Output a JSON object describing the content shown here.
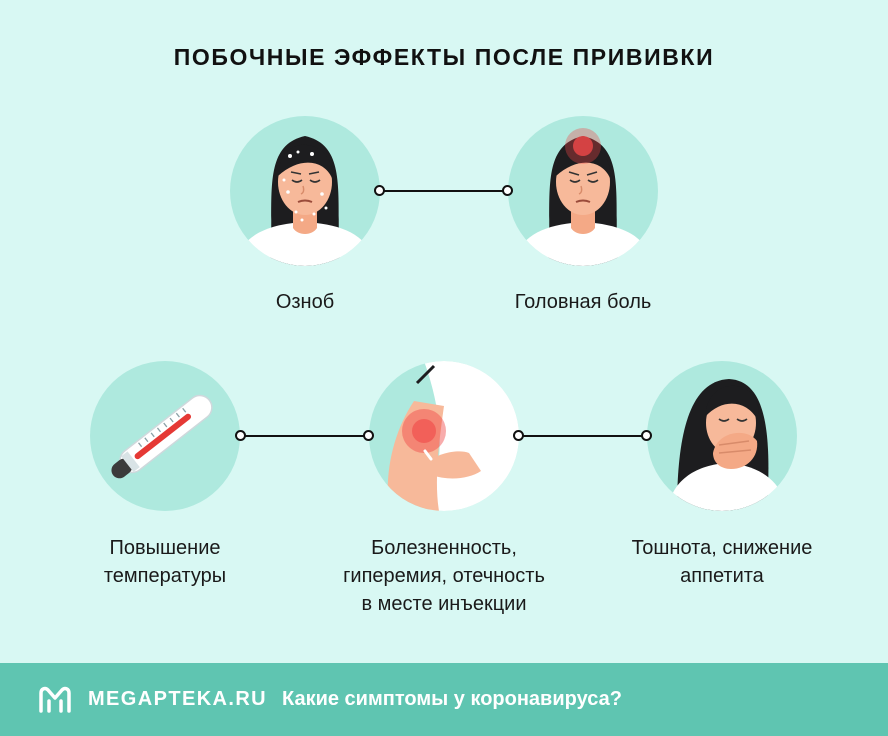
{
  "title": "ПОБОЧНЫЕ ЭФФЕКТЫ ПОСЛЕ ПРИВИВКИ",
  "effects": [
    {
      "label": "Озноб",
      "icon": "shivering-woman-icon"
    },
    {
      "label": "Головная боль",
      "icon": "headache-woman-icon"
    },
    {
      "label": "Повышение\nтемпературы",
      "icon": "thermometer-icon"
    },
    {
      "label": "Болезненность,\nгиперемия, отечность\nв месте инъекции",
      "icon": "injection-site-icon"
    },
    {
      "label": "Тошнота, снижение\nаппетита",
      "icon": "nausea-woman-icon"
    }
  ],
  "footer": {
    "brand": "MEGAPTEKA.RU",
    "link": "Какие симптомы у коронавируса?"
  },
  "colors": {
    "background": "#d8f8f3",
    "circle": "#aee9de",
    "footer": "#5fc5b1",
    "skin": "#f7b99a",
    "hair": "#1d1d1f",
    "accent_red": "#f04848"
  }
}
